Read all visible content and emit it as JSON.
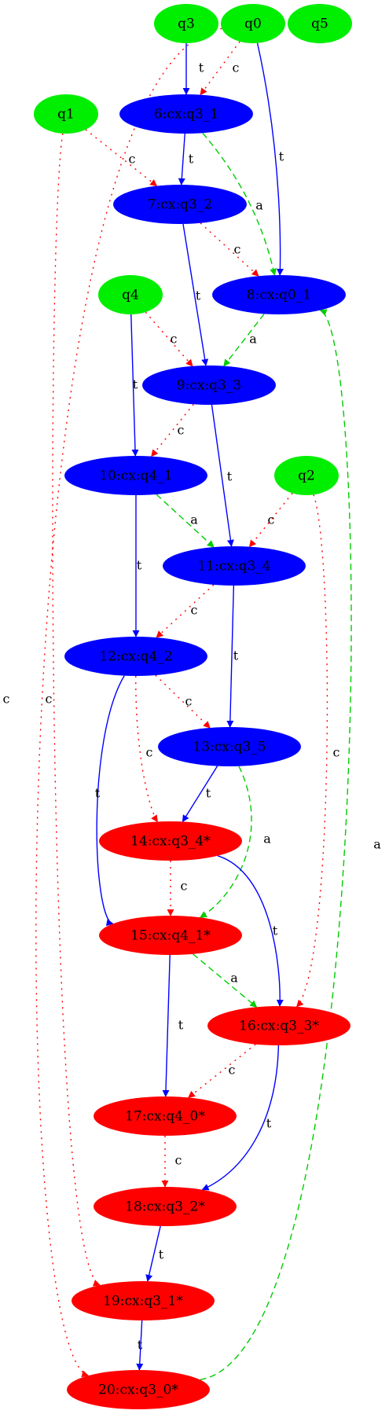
{
  "colors": {
    "input_node": "#00ee00",
    "blue_node": "#0000ff",
    "red_node": "#ff0000",
    "edge_t": "#0000ff",
    "edge_c": "#ff0000",
    "edge_a": "#00cc00",
    "label_text": "#000000"
  },
  "nodes": [
    {
      "id": "q3",
      "label": "q3",
      "kind": "input"
    },
    {
      "id": "q0",
      "label": "q0",
      "kind": "input"
    },
    {
      "id": "q5",
      "label": "q5",
      "kind": "input"
    },
    {
      "id": "q1",
      "label": "q1",
      "kind": "input"
    },
    {
      "id": "n6",
      "label": "6:cx:q3_1",
      "kind": "blue"
    },
    {
      "id": "n7",
      "label": "7:cx:q3_2",
      "kind": "blue"
    },
    {
      "id": "q4",
      "label": "q4",
      "kind": "input"
    },
    {
      "id": "n8",
      "label": "8:cx:q0_1",
      "kind": "blue"
    },
    {
      "id": "n9",
      "label": "9:cx:q3_3",
      "kind": "blue"
    },
    {
      "id": "n10",
      "label": "10:cx:q4_1",
      "kind": "blue"
    },
    {
      "id": "q2",
      "label": "q2",
      "kind": "input"
    },
    {
      "id": "n11",
      "label": "11:cx:q3_4",
      "kind": "blue"
    },
    {
      "id": "n12",
      "label": "12:cx:q4_2",
      "kind": "blue"
    },
    {
      "id": "n13",
      "label": "13:cx:q3_5",
      "kind": "blue"
    },
    {
      "id": "n14",
      "label": "14:cx:q3_4*",
      "kind": "red"
    },
    {
      "id": "n15",
      "label": "15:cx:q4_1*",
      "kind": "red"
    },
    {
      "id": "n16",
      "label": "16:cx:q3_3*",
      "kind": "red"
    },
    {
      "id": "n17",
      "label": "17:cx:q4_0*",
      "kind": "red"
    },
    {
      "id": "n18",
      "label": "18:cx:q3_2*",
      "kind": "red"
    },
    {
      "id": "n19",
      "label": "19:cx:q3_1*",
      "kind": "red"
    },
    {
      "id": "n20",
      "label": "20:cx:q3_0*",
      "kind": "red"
    }
  ],
  "edges": [
    {
      "id": "e-q3-n6",
      "from": "q3",
      "to": "n6",
      "type": "t",
      "label": "t"
    },
    {
      "id": "e-q0-n6",
      "from": "q0",
      "to": "n6",
      "type": "c",
      "label": "c"
    },
    {
      "id": "e-q0-n8",
      "from": "q0",
      "to": "n8",
      "type": "t",
      "label": "t"
    },
    {
      "id": "e-q0-n20",
      "from": "q0",
      "to": "n20",
      "type": "c",
      "label": "c"
    },
    {
      "id": "e-q1-n7",
      "from": "q1",
      "to": "n7",
      "type": "c",
      "label": "c"
    },
    {
      "id": "e-q1-n19",
      "from": "q1",
      "to": "n19",
      "type": "c",
      "label": "c"
    },
    {
      "id": "e-n6-n7",
      "from": "n6",
      "to": "n7",
      "type": "t",
      "label": "t"
    },
    {
      "id": "e-n6-n8",
      "from": "n6",
      "to": "n8",
      "type": "a",
      "label": "a"
    },
    {
      "id": "e-n7-n8",
      "from": "n7",
      "to": "n8",
      "type": "c",
      "label": "c"
    },
    {
      "id": "e-n7-n9",
      "from": "n7",
      "to": "n9",
      "type": "t",
      "label": "t"
    },
    {
      "id": "e-n8-n9",
      "from": "n8",
      "to": "n9",
      "type": "a",
      "label": "a"
    },
    {
      "id": "e-q4-n9",
      "from": "q4",
      "to": "n9",
      "type": "c",
      "label": "c"
    },
    {
      "id": "e-q4-n10",
      "from": "q4",
      "to": "n10",
      "type": "t",
      "label": "t"
    },
    {
      "id": "e-n9-n10",
      "from": "n9",
      "to": "n10",
      "type": "c",
      "label": "c"
    },
    {
      "id": "e-n9-n11",
      "from": "n9",
      "to": "n11",
      "type": "t",
      "label": "t"
    },
    {
      "id": "e-n10-n11",
      "from": "n10",
      "to": "n11",
      "type": "a",
      "label": "a"
    },
    {
      "id": "e-q2-n11",
      "from": "q2",
      "to": "n11",
      "type": "c",
      "label": "c"
    },
    {
      "id": "e-q2-n16",
      "from": "q2",
      "to": "n16",
      "type": "c",
      "label": "c"
    },
    {
      "id": "e-n10-n12",
      "from": "n10",
      "to": "n12",
      "type": "t",
      "label": "t"
    },
    {
      "id": "e-n11-n12",
      "from": "n11",
      "to": "n12",
      "type": "c",
      "label": "c"
    },
    {
      "id": "e-n11-n13",
      "from": "n11",
      "to": "n13",
      "type": "t",
      "label": "t"
    },
    {
      "id": "e-n12-n13",
      "from": "n12",
      "to": "n13",
      "type": "c",
      "label": "c"
    },
    {
      "id": "e-n12-n14",
      "from": "n12",
      "to": "n14",
      "type": "c",
      "label": "c"
    },
    {
      "id": "e-n12-n15",
      "from": "n12",
      "to": "n15",
      "type": "t",
      "label": "t"
    },
    {
      "id": "e-n13-n14",
      "from": "n13",
      "to": "n14",
      "type": "t",
      "label": "t"
    },
    {
      "id": "e-n13-n15",
      "from": "n13",
      "to": "n15",
      "type": "a",
      "label": "a"
    },
    {
      "id": "e-n14-n15",
      "from": "n14",
      "to": "n15",
      "type": "c",
      "label": "c"
    },
    {
      "id": "e-n14-n16",
      "from": "n14",
      "to": "n16",
      "type": "t",
      "label": "t"
    },
    {
      "id": "e-n15-n16",
      "from": "n15",
      "to": "n16",
      "type": "a",
      "label": "a"
    },
    {
      "id": "e-n15-n17",
      "from": "n15",
      "to": "n17",
      "type": "t",
      "label": "t"
    },
    {
      "id": "e-n16-n17",
      "from": "n16",
      "to": "n17",
      "type": "c",
      "label": "c"
    },
    {
      "id": "e-n16-n18",
      "from": "n16",
      "to": "n18",
      "type": "t",
      "label": "t"
    },
    {
      "id": "e-n17-n18",
      "from": "n17",
      "to": "n18",
      "type": "c",
      "label": "c"
    },
    {
      "id": "e-n18-n19",
      "from": "n18",
      "to": "n19",
      "type": "t",
      "label": "t"
    },
    {
      "id": "e-n19-n20",
      "from": "n19",
      "to": "n20",
      "type": "t",
      "label": "t"
    },
    {
      "id": "e-n20-n8",
      "from": "n20",
      "to": "n8",
      "type": "a",
      "label": "a"
    }
  ]
}
